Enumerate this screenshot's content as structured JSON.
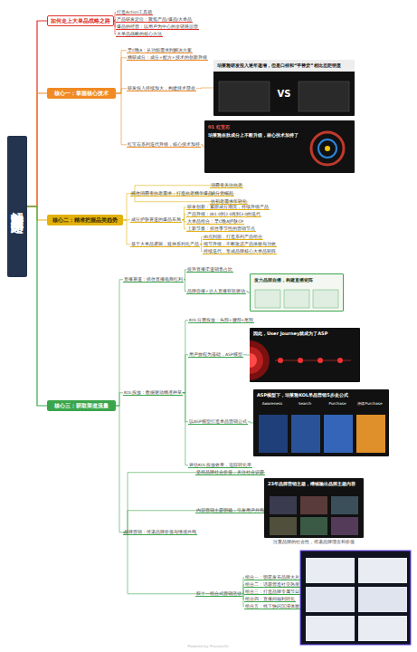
{
  "diagram": {
    "nodes": [
      {
        "text": [
          "解密珀莱雅大单品之路"
        ]
      },
      {
        "text": [
          "如何走上大单品战略之路"
        ]
      },
      {
        "text": [
          "打造Action工具箱"
        ]
      },
      {
        "text": [
          "产品研发定位：聚焦产品/爆品/大单品"
        ]
      },
      {
        "text": [
          "爆品的经营：以用户为中心的全链路运营"
        ]
      },
      {
        "text": [
          "大单品战略的核心方法"
        ]
      },
      {
        "text": [
          "核心一：掌握核心技术"
        ]
      },
      {
        "text": [
          "早C晚A：从功能需求到解决方案"
        ]
      },
      {
        "text": [
          "精研成分：成分+配方+技术的创新升级"
        ]
      },
      {
        "text": [
          "研发投入持续加大，构建技术壁垒"
        ]
      },
      {
        "text": [
          "珀莱雅研发投入逐年递增，但是口径和“平替货”相比差距明显",
          "VS"
        ]
      },
      {
        "text": [
          "红宝石系列迭代升级，核心技术加持"
        ]
      },
      {
        "text": [
          "01 红宝石",
          "珀莱雅在肽成分上不断升级，核心技术加持了"
        ]
      },
      {
        "text": [
          "核心二：精准把握品类趋势"
        ]
      },
      {
        "text": [
          "抓住消费者抗老需求，打造抗老精华爆品"
        ]
      },
      {
        "text": [
          "消费者关注抗老"
        ]
      },
      {
        "text": [
          "成分党崛起"
        ]
      },
      {
        "text": [
          "抗初老需求年轻化"
        ]
      },
      {
        "text": [
          "成分护肤赛道的爆品布局"
        ]
      },
      {
        "text": [
          "研发创新：紧跟成分潮流，持续升级产品"
        ]
      },
      {
        "text": [
          "产品升级：由1.0到2.0再到3.0的迭代"
        ]
      },
      {
        "text": [
          "大单品组合：早C晚A护肤CP"
        ]
      },
      {
        "text": [
          "上新节奏：抓住季节性的营销节点"
        ]
      },
      {
        "text": [
          "基于大单品逻辑，延伸系列化产品"
        ]
      },
      {
        "text": [
          "由点到面，打造系列产品组合"
        ]
      },
      {
        "text": [
          "细节升级，不断改进产品体验与功效"
        ]
      },
      {
        "text": [
          "持续迭代，形成品牌核心大单品矩阵"
        ]
      },
      {
        "text": [
          "核心三：获取渠道流量"
        ]
      },
      {
        "text": [
          "直播赛道：抓住直播电商红利"
        ]
      },
      {
        "text": [
          "提升直播渠道销售占比"
        ]
      },
      {
        "text": [
          "品牌自播+达人直播双轮驱动"
        ]
      },
      {
        "text": [
          "发力品牌自播，构建直播矩阵"
        ]
      },
      {
        "text": [
          "KOL投放：数据驱动精准种草"
        ]
      },
      {
        "text": [
          "KOL分层投放：头部+腰部+尾部"
        ]
      },
      {
        "text": [
          "用户旅程为基础，ASP模型"
        ]
      },
      {
        "text": [
          "因此，User Journey就成为了ASP"
        ]
      },
      {
        "text": [
          "以ASP模型打造单品营销公式"
        ]
      },
      {
        "text": [
          "ASP模型下，珀莱雅KOL单品营销5步走公式",
          "Awareness",
          "Search",
          "Purchase",
          "持续Purchase"
        ]
      },
      {
        "text": [
          "评估KOL投放效果，追踪转化率"
        ]
      },
      {
        "text": [
          "品牌营销：传递品牌价值与情感共鸣"
        ]
      },
      {
        "text": [
          "坚持品牌社会价值，关注社会议题"
        ]
      },
      {
        "text": [
          "内容营销主题明确，引发用户共鸣"
        ]
      },
      {
        "text": [
          "23年品牌营销主题，继续输出品牌主题内容",
          "注重品牌的社会性，传递品牌理念和价值"
        ]
      },
      {
        "text": [
          "双十一组合式营销活动"
        ]
      },
      {
        "text": [
          "组合一：明星发布品牌大片"
        ]
      },
      {
        "text": [
          "组合二：话题营造社交热度"
        ]
      },
      {
        "text": [
          "组合三：打造品牌专属节日"
        ]
      },
      {
        "text": [
          "组合四：直播间福利转化"
        ]
      },
      {
        "text": [
          "组合五：线下快闪沉浸体验"
        ]
      }
    ],
    "edges": [
      {
        "from": 0,
        "to": 1,
        "arrow": "none"
      },
      {
        "from": 0,
        "to": 6,
        "arrow": "none"
      },
      {
        "from": 0,
        "to": 13,
        "arrow": "none"
      },
      {
        "from": 0,
        "to": 27,
        "arrow": "none"
      },
      {
        "from": 1,
        "to": 2,
        "arrow": "none"
      },
      {
        "from": 1,
        "to": 3,
        "arrow": "none"
      },
      {
        "from": 1,
        "to": 4,
        "arrow": "none"
      },
      {
        "from": 1,
        "to": 5,
        "arrow": "none"
      },
      {
        "from": 6,
        "to": 7,
        "arrow": "none"
      },
      {
        "from": 6,
        "to": 8,
        "arrow": "none"
      },
      {
        "from": 6,
        "to": 9,
        "arrow": "none"
      },
      {
        "from": 9,
        "to": 10,
        "arrow": "none"
      },
      {
        "from": 6,
        "to": 11,
        "arrow": "none"
      },
      {
        "from": 11,
        "to": 12,
        "arrow": "none"
      },
      {
        "from": 13,
        "to": 14,
        "arrow": "none"
      },
      {
        "from": 14,
        "to": 15,
        "arrow": "none"
      },
      {
        "from": 14,
        "to": 16,
        "arrow": "none"
      },
      {
        "from": 14,
        "to": 17,
        "arrow": "none"
      },
      {
        "from": 13,
        "to": 18,
        "arrow": "none"
      },
      {
        "from": 18,
        "to": 19,
        "arrow": "none"
      },
      {
        "from": 18,
        "to": 20,
        "arrow": "none"
      },
      {
        "from": 18,
        "to": 21,
        "arrow": "none"
      },
      {
        "from": 18,
        "to": 22,
        "arrow": "none"
      },
      {
        "from": 13,
        "to": 23,
        "arrow": "none"
      },
      {
        "from": 23,
        "to": 24,
        "arrow": "none"
      },
      {
        "from": 23,
        "to": 25,
        "arrow": "none"
      },
      {
        "from": 23,
        "to": 26,
        "arrow": "none"
      },
      {
        "from": 27,
        "to": 28,
        "arrow": "none"
      },
      {
        "from": 28,
        "to": 29,
        "arrow": "none"
      },
      {
        "from": 28,
        "to": 30,
        "arrow": "none"
      },
      {
        "from": 30,
        "to": 31,
        "arrow": "none"
      },
      {
        "from": 27,
        "to": 32,
        "arrow": "none"
      },
      {
        "from": 32,
        "to": 33,
        "arrow": "none"
      },
      {
        "from": 32,
        "to": 34,
        "arrow": "none"
      },
      {
        "from": 34,
        "to": 35,
        "arrow": "none"
      },
      {
        "from": 32,
        "to": 36,
        "arrow": "none"
      },
      {
        "from": 36,
        "to": 37,
        "arrow": "none"
      },
      {
        "from": 32,
        "to": 38,
        "arrow": "none"
      },
      {
        "from": 27,
        "to": 39,
        "arrow": "none"
      },
      {
        "from": 39,
        "to": 40,
        "arrow": "none"
      },
      {
        "from": 39,
        "to": 41,
        "arrow": "none"
      },
      {
        "from": 41,
        "to": 42,
        "arrow": "none"
      },
      {
        "from": 39,
        "to": 43,
        "arrow": "none"
      },
      {
        "from": 43,
        "to": 44,
        "arrow": "none"
      },
      {
        "from": 43,
        "to": 45,
        "arrow": "none"
      },
      {
        "from": 43,
        "to": 46,
        "arrow": "none"
      },
      {
        "from": 43,
        "to": 47,
        "arrow": "none"
      },
      {
        "from": 43,
        "to": 48,
        "arrow": "none"
      }
    ],
    "labels": [
      "Powered by ProcessOn"
    ]
  }
}
